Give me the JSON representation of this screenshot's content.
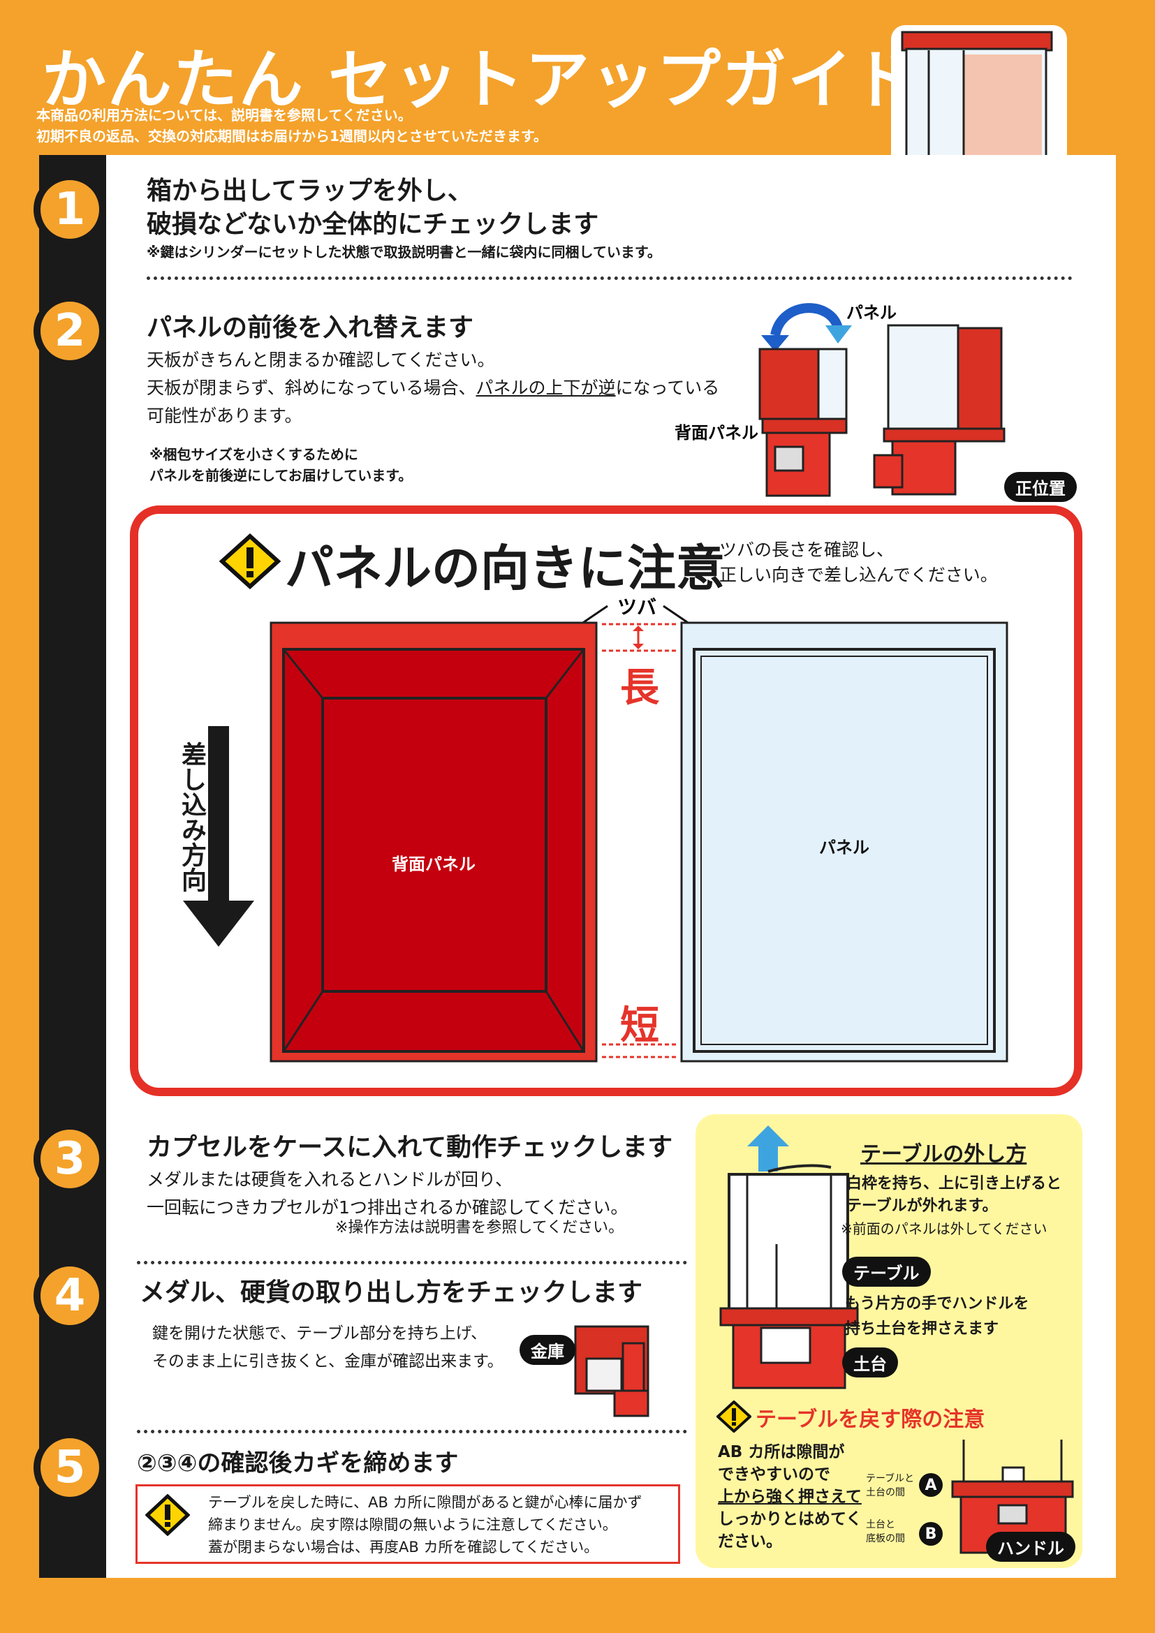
{
  "header": {
    "title": "かんたん セットアップガイド",
    "note_1": "本商品の利用方法については、説明書を参照してください。",
    "note_2": "初期不良の返品、交換の対応期間はお届けから1週間以内とさせていただきます。"
  },
  "steps": {
    "s1": {
      "num": "1",
      "title_1": "箱から出してラップを外し、",
      "title_2": "破損などないか全体的にチェックします",
      "note": "※鍵はシリンダーにセットした状態で取扱説明書と一緒に袋内に同梱しています。"
    },
    "s2": {
      "num": "2",
      "title": "パネルの前後を入れ替えます",
      "body_1": "天板がきちんと閉まるか確認してください。",
      "body_2a": "天板が閉まらず、斜めになっている場合、",
      "body_2b": "パネルの上下が逆",
      "body_2c": "になっている",
      "body_3": "可能性があります。",
      "note_1": "※梱包サイズを小さくするために",
      "note_2": "パネルを前後逆にしてお届けしています。",
      "label_panel": "パネル",
      "label_back_panel": "背面パネル",
      "label_correct": "正位置"
    },
    "s3": {
      "num": "3",
      "title": "カプセルをケースに入れて動作チェックします",
      "body_1": "メダルまたは硬貨を入れるとハンドルが回り、",
      "body_2": "一回転につきカプセルが1つ排出されるか確認してください。",
      "note": "※操作方法は説明書を参照してください。"
    },
    "s4": {
      "num": "4",
      "title": "メダル、硬貨の取り出し方をチェックします",
      "body_1": "鍵を開けた状態で、テーブル部分を持ち上げ、",
      "body_2": "そのまま上に引き抜くと、金庫が確認出来ます。",
      "label_safe": "金庫"
    },
    "s5": {
      "num": "5",
      "title": "②③④の確認後カギを締めます",
      "warn_1": "テーブルを戻した時に、AB カ所に隙間があると鍵が心棒に届かず",
      "warn_2": "締まりません。戻す際は隙間の無いように注意してください。",
      "warn_3": "蓋が閉まらない場合は、再度AB カ所を確認してください。"
    }
  },
  "panel_warning": {
    "title": "パネルの向きに注意",
    "sub_1": "ツバの長さを確認し、",
    "sub_2": "正しい向きで差し込んでください。",
    "tsuba": "ツバ",
    "long": "長",
    "short": "短",
    "insert_dir": "差し込み方向",
    "back_panel": "背面パネル",
    "panel": "パネル"
  },
  "table_removal": {
    "title": "テーブルの外し方",
    "body_1": "白枠を持ち、上に引き上げると",
    "body_2": "テーブルが外れます。",
    "note": "※前面のパネルは外してください",
    "tag_table": "テーブル",
    "body_3": "もう片方の手でハンドルを",
    "body_4": "持ち土台を押さえます",
    "tag_base": "土台",
    "return_title": "テーブルを戻す際の注意",
    "ret_1": "AB カ所は隙間が",
    "ret_2": "できやすいので",
    "ret_3": "上から強く押さえて",
    "ret_4": "しっかりとはめてく",
    "ret_5": "ださい。",
    "label_a_1": "テーブルと",
    "label_a_2": "土台の間",
    "label_b_1": "土台と",
    "label_b_2": "底板の間",
    "letter_a": "A",
    "letter_b": "B",
    "tag_handle": "ハンドル"
  }
}
